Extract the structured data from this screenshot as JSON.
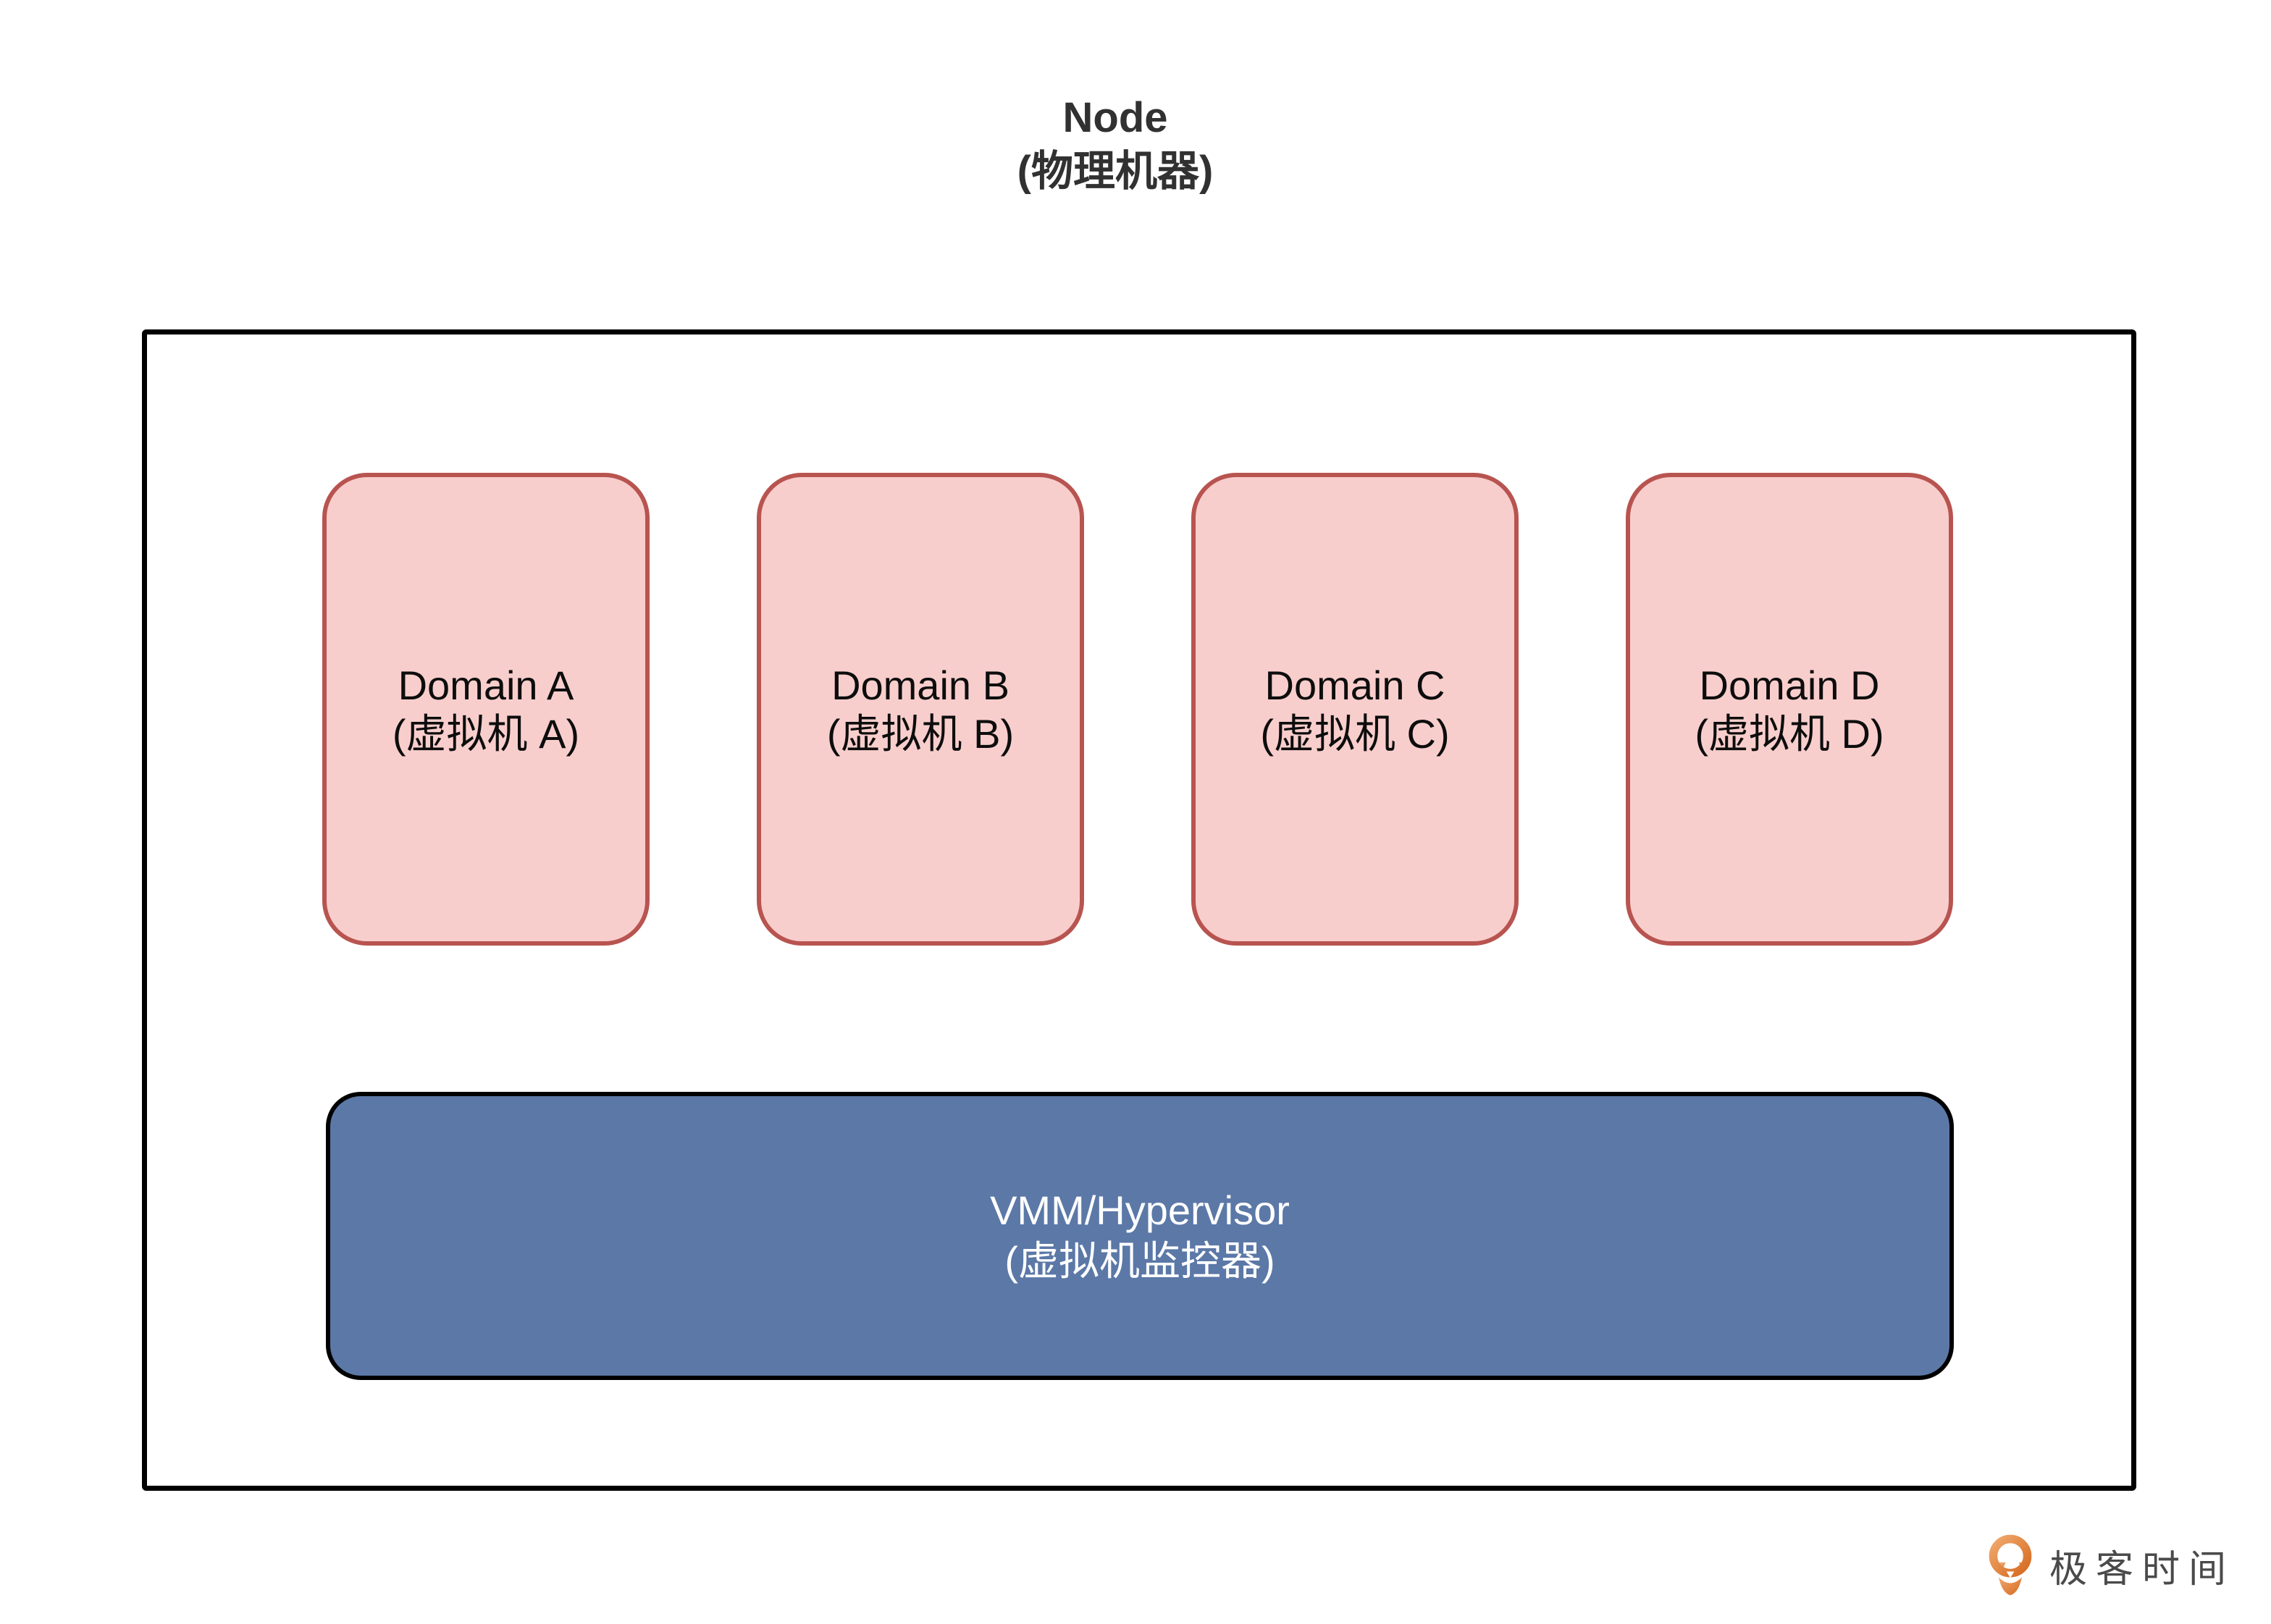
{
  "title": {
    "line1": "Node",
    "line2": "(物理机器)"
  },
  "node": {
    "domains": [
      {
        "name": "Domain A",
        "subtitle": "(虚拟机 A)"
      },
      {
        "name": "Domain B",
        "subtitle": "(虚拟机 B)"
      },
      {
        "name": "Domain C",
        "subtitle": "(虚拟机 C)"
      },
      {
        "name": "Domain D",
        "subtitle": "(虚拟机 D)"
      }
    ],
    "vmm": {
      "name": "VMM/Hypervisor",
      "subtitle": "(虚拟机监控器)"
    }
  },
  "logo": {
    "text": "极客时间",
    "icon": "geektime-pin-icon"
  },
  "colors": {
    "domain_fill": "#f8cecc",
    "domain_border": "#b85450",
    "vmm_fill": "#5b78a7",
    "vmm_border": "#000000",
    "node_border": "#000000",
    "title_text": "#313131",
    "vmm_text": "#ffffff",
    "logo_orange_light": "#f0a96f",
    "logo_orange_dark": "#d66a20",
    "logo_text": "#4a4a4a"
  }
}
